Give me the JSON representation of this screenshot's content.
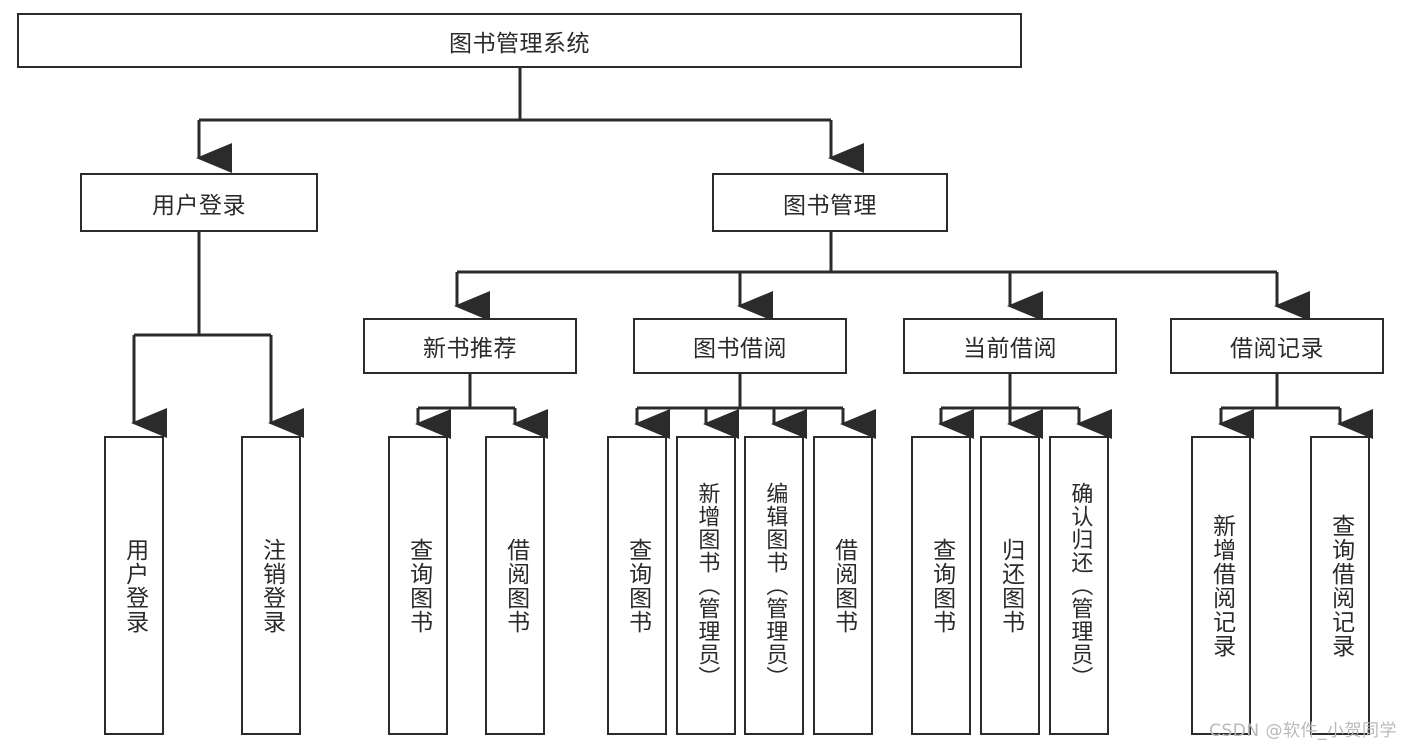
{
  "diagram": {
    "title": "图书管理系统",
    "watermark": "CSDN @软件_小贺同学",
    "line_color": "#2b2b2b",
    "background_color": "#ffffff",
    "text_color": "#2b2b2b",
    "watermark_color": "#b9b9b9",
    "root": {
      "label": "图书管理系统"
    },
    "level2": [
      {
        "label": "用户登录"
      },
      {
        "label": "图书管理"
      }
    ],
    "level3": [
      {
        "label": "新书推荐"
      },
      {
        "label": "图书借阅"
      },
      {
        "label": "当前借阅"
      },
      {
        "label": "借阅记录"
      }
    ],
    "leaves": [
      {
        "label": "用户登录",
        "parent": "用户登录"
      },
      {
        "label": "注销登录",
        "parent": "用户登录"
      },
      {
        "label": "查询图书",
        "parent": "新书推荐"
      },
      {
        "label": "借阅图书",
        "parent": "新书推荐"
      },
      {
        "label": "查询图书",
        "parent": "图书借阅"
      },
      {
        "label": "新增图书（管理员）",
        "parent": "图书借阅"
      },
      {
        "label": "编辑图书（管理员）",
        "parent": "图书借阅"
      },
      {
        "label": "借阅图书",
        "parent": "图书借阅"
      },
      {
        "label": "查询图书",
        "parent": "当前借阅"
      },
      {
        "label": "归还图书",
        "parent": "当前借阅"
      },
      {
        "label": "确认归还（管理员）",
        "parent": "当前借阅"
      },
      {
        "label": "新增借阅记录",
        "parent": "借阅记录"
      },
      {
        "label": "查询借阅记录",
        "parent": "借阅记录"
      }
    ]
  }
}
